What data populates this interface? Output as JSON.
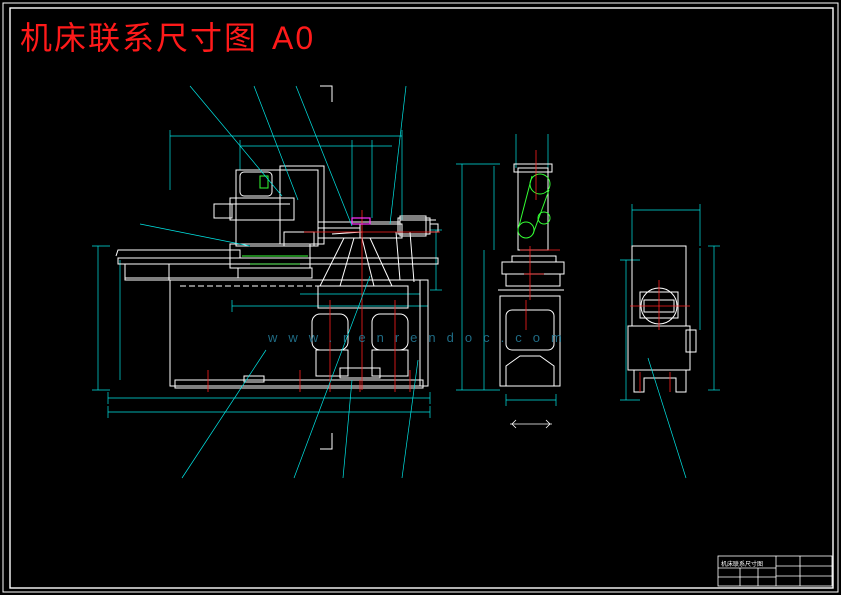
{
  "title": {
    "main": "机床联系尺寸图",
    "sheet_size": "A0"
  },
  "watermark": {
    "text": "www.renrendoc.com"
  },
  "colors": {
    "background": "#000000",
    "outline": "#ffffff",
    "dimension": "#00e5e5",
    "centerline": "#ff2020",
    "title_text": "#ff1a1a",
    "highlight_green": "#33ff33",
    "highlight_magenta": "#ff33ff",
    "watermark": "#2a8fb0"
  },
  "title_block": {
    "drawing_name": "机床联系尺寸图"
  }
}
